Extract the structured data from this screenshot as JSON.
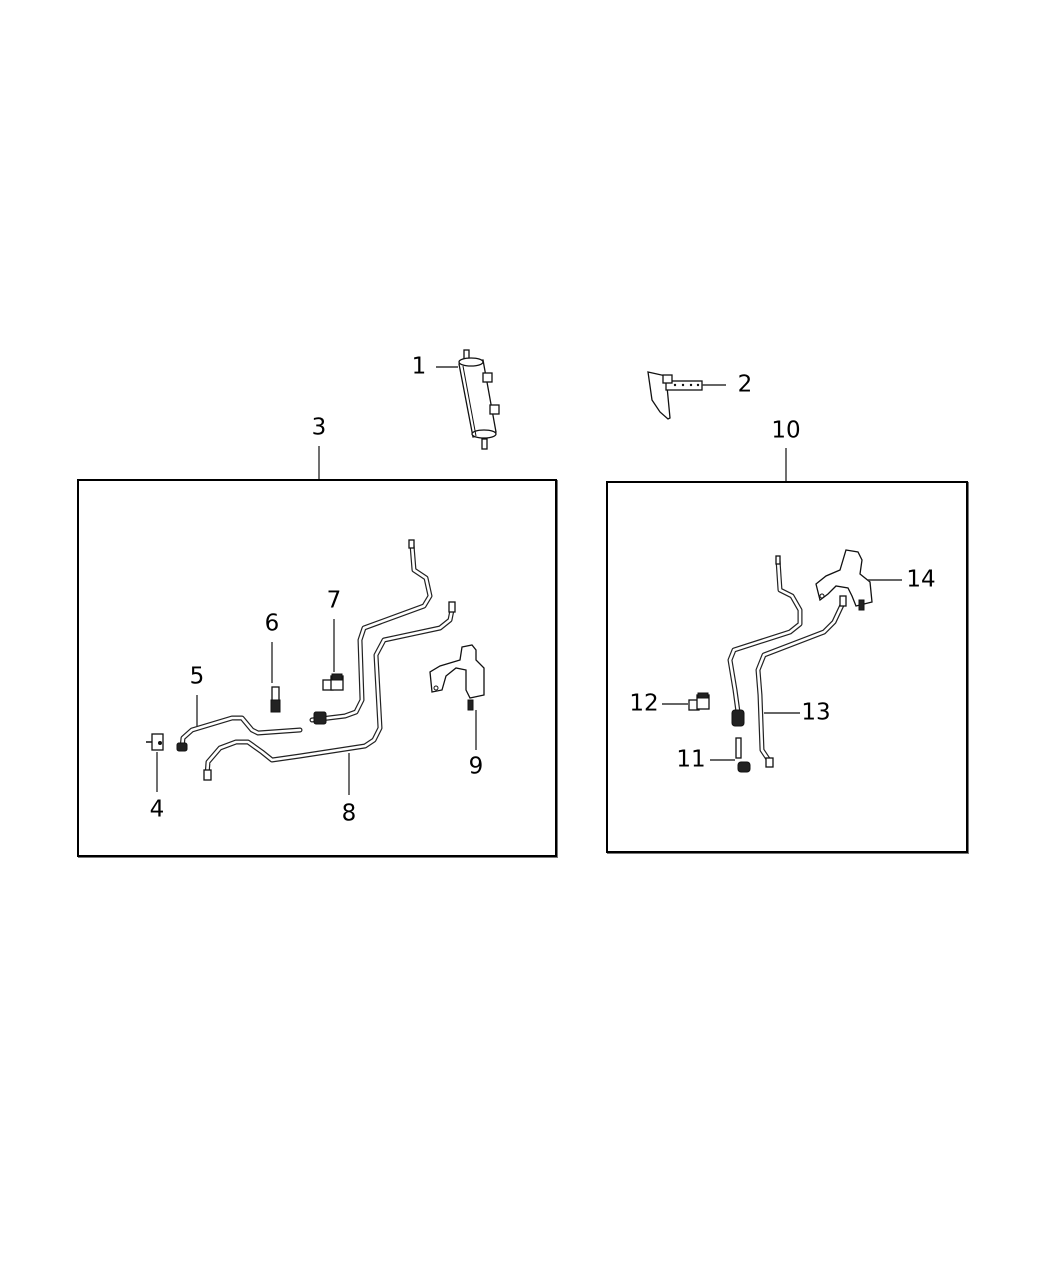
{
  "diagram": {
    "type": "exploded parts diagram",
    "background": "#ffffff",
    "line_color": "#000000",
    "groups": [
      {
        "id": "group-3",
        "label": "3",
        "contains": [
          "4",
          "5",
          "6",
          "7",
          "8",
          "9"
        ]
      },
      {
        "id": "group-10",
        "label": "10",
        "contains": [
          "11",
          "12",
          "13",
          "14"
        ]
      }
    ],
    "callouts": [
      {
        "number": "1",
        "part": "canister / cylinder with mounting tabs"
      },
      {
        "number": "2",
        "part": "mounting bracket"
      },
      {
        "number": "3",
        "part": "line assembly (left kit)"
      },
      {
        "number": "4",
        "part": "clip"
      },
      {
        "number": "5",
        "part": "short line"
      },
      {
        "number": "6",
        "part": "clip bracket"
      },
      {
        "number": "7",
        "part": "clip bracket"
      },
      {
        "number": "8",
        "part": "long line"
      },
      {
        "number": "9",
        "part": "bracket with fitting"
      },
      {
        "number": "10",
        "part": "line assembly (right kit)"
      },
      {
        "number": "11",
        "part": "short line with fitting"
      },
      {
        "number": "12",
        "part": "clip bracket"
      },
      {
        "number": "13",
        "part": "line"
      },
      {
        "number": "14",
        "part": "bracket with fitting"
      }
    ]
  }
}
